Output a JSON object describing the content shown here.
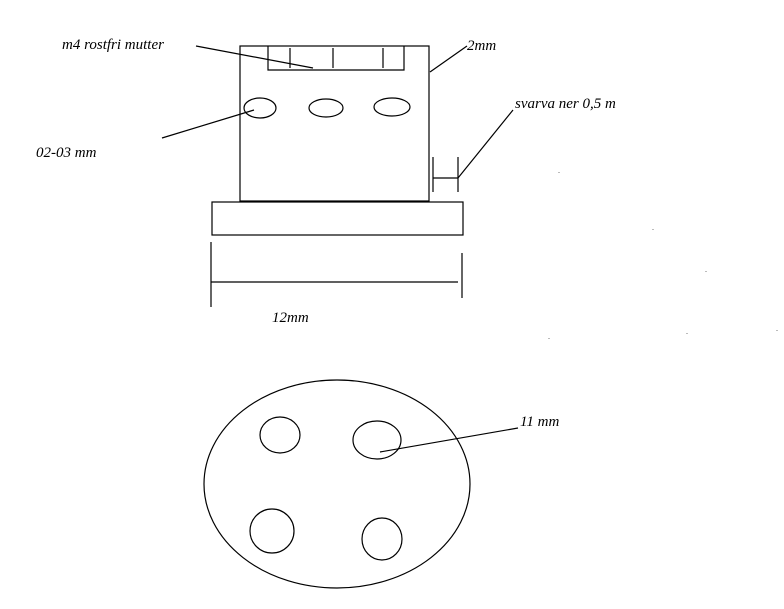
{
  "labels": {
    "nut": "m4 rostfri mutter",
    "wall": "2mm",
    "holes": "02-03 mm",
    "turn": "svarva ner 0,5 m",
    "width": "12mm",
    "circle_hole": "11 mm"
  },
  "colors": {
    "stroke": "#000000",
    "background": "#ffffff"
  }
}
